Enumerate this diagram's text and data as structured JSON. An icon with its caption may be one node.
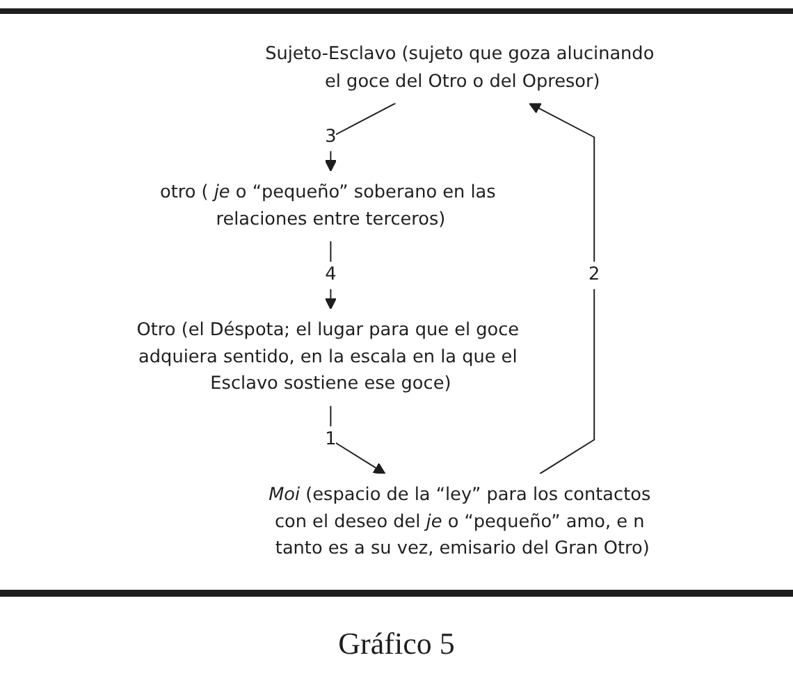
{
  "diagram": {
    "caption": "Gráfico 5",
    "nodes": [
      {
        "text": [
          "Sujeto-Esclavo (sujeto que goza alucinando el goce del Otro o del Opresor)"
        ]
      },
      {
        "text": [
          "otro ( *je* o “pequeño” soberano en las relaciones entre terceros)"
        ]
      },
      {
        "text": [
          "*Moi* (espacio de la “ley” para los contactos con el deseo del *je* o “pequeño” amo, e n tanto es a su vez, emisario del Gran Otro)"
        ]
      },
      {
        "text": [
          "Otro (el Déspota; el lugar para que el goce adquiera sentido, en la escala en la que el Esclavo sostiene ese goce)"
        ]
      }
    ],
    "edges": [
      {
        "from": 0,
        "to": 1,
        "arrow": "to",
        "label": "3"
      },
      {
        "from": 1,
        "to": 3,
        "arrow": "to",
        "label": "4"
      },
      {
        "from": 3,
        "to": 2,
        "arrow": "to",
        "label": "1"
      },
      {
        "from": 2,
        "to": 0,
        "arrow": "to",
        "label": "2"
      }
    ]
  }
}
